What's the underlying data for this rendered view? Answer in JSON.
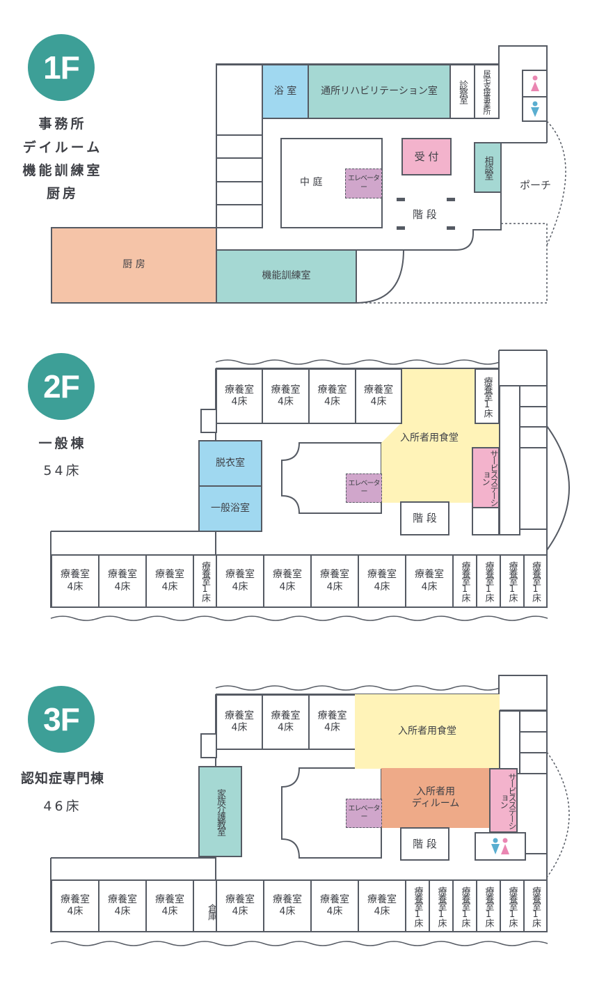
{
  "floors": [
    {
      "badge": "1F",
      "labels": [
        "事務所",
        "デイルーム",
        "機能訓練室",
        "厨房"
      ],
      "rooms": {
        "bath": "浴 室",
        "rehab": "通所リハビリテーション室",
        "exam": "診察室",
        "care_office": "居宅支援事業所",
        "courtyard": "中 庭",
        "elevator": "エレベーター",
        "reception": "受 付",
        "stairs": "階 段",
        "consult": "相談室",
        "porch": "ポーチ",
        "kitchen": "厨 房",
        "training": "機能訓練室"
      }
    },
    {
      "badge": "2F",
      "labels": [
        "一般棟",
        "54床"
      ],
      "rooms": {
        "ward4": "療養室\n4床",
        "ward1": "療養室1床",
        "dining": "入所者用食堂",
        "service": "サービスステーション",
        "elevator": "エレベーター",
        "stairs": "階 段",
        "dressing": "脱衣室",
        "bath": "一般浴室"
      }
    },
    {
      "badge": "3F",
      "labels": [
        "認知症専門棟",
        "46床"
      ],
      "rooms": {
        "ward4": "療養室\n4床",
        "ward1": "療養室1床",
        "dining": "入所者用食堂",
        "dayroom": "入所者用\nディルーム",
        "service": "サービスステーション",
        "elevator": "エレベーター",
        "stairs": "階 段",
        "family": "家族介護教室",
        "storage": "倉庫"
      }
    }
  ],
  "colors": {
    "accent": "#3d9f97",
    "teal": "#a5d8d3",
    "blue": "#a0d8f0",
    "pink": "#f3b3cc",
    "purple": "#d0a6cb",
    "peach": "#f5c4a8",
    "yellow": "#fff3b8",
    "orange": "#eeaa88"
  }
}
